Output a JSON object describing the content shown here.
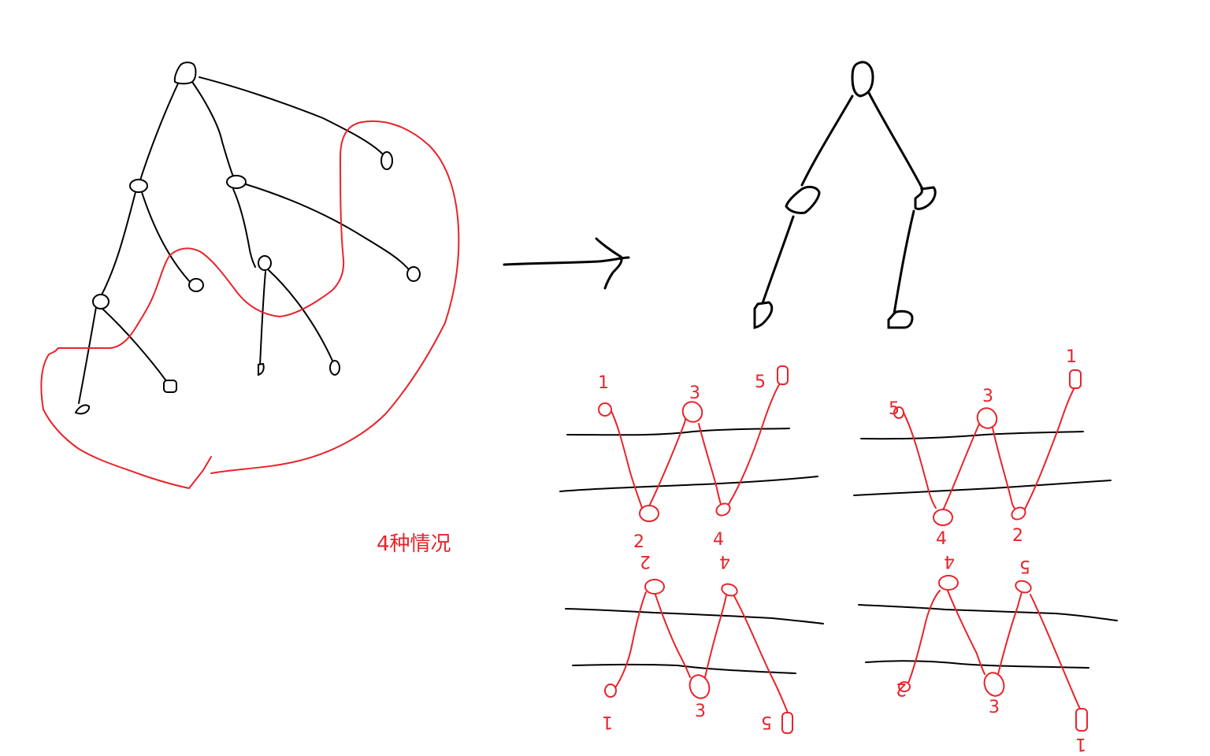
{
  "canvas": {
    "background": "#ffffff",
    "ink_color": "#000000",
    "annotation_color": "#e8242b"
  },
  "caption": {
    "text": "4种情况"
  },
  "source_tree": {
    "description": "multi-way tree with red contour loop",
    "node_count": 12
  },
  "transform_arrow": {
    "direction": "right"
  },
  "result_tree": {
    "description": "binary chain tree",
    "node_count": 5
  },
  "cases": [
    {
      "id": "case-top-left",
      "labels": [
        "1",
        "2",
        "3",
        "4",
        "5"
      ]
    },
    {
      "id": "case-top-right",
      "labels": [
        "1",
        "2",
        "3",
        "4",
        "5"
      ]
    },
    {
      "id": "case-bottom-left",
      "labels": [
        "1",
        "2",
        "3",
        "4",
        "5"
      ]
    },
    {
      "id": "case-bottom-right",
      "labels": [
        "1",
        "2",
        "3",
        "4",
        "5"
      ]
    }
  ]
}
